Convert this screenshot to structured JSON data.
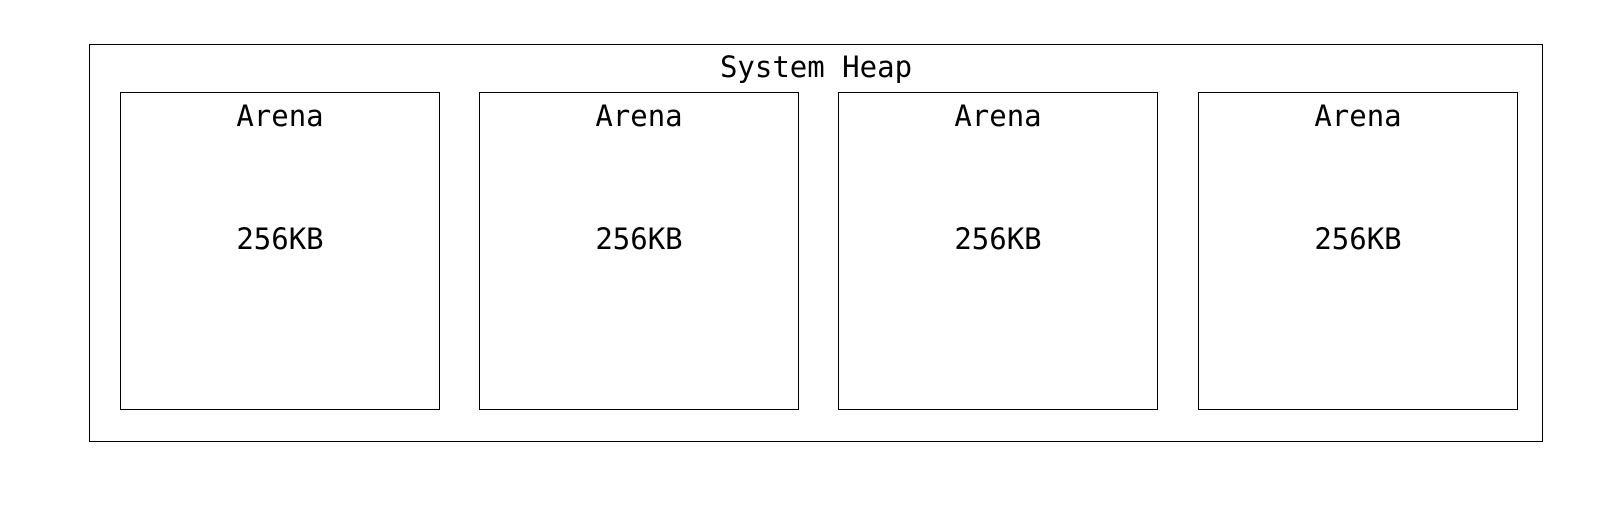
{
  "heap": {
    "title": "System Heap"
  },
  "arenas": [
    {
      "label": "Arena",
      "size": "256KB"
    },
    {
      "label": "Arena",
      "size": "256KB"
    },
    {
      "label": "Arena",
      "size": "256KB"
    },
    {
      "label": "Arena",
      "size": "256KB"
    }
  ]
}
